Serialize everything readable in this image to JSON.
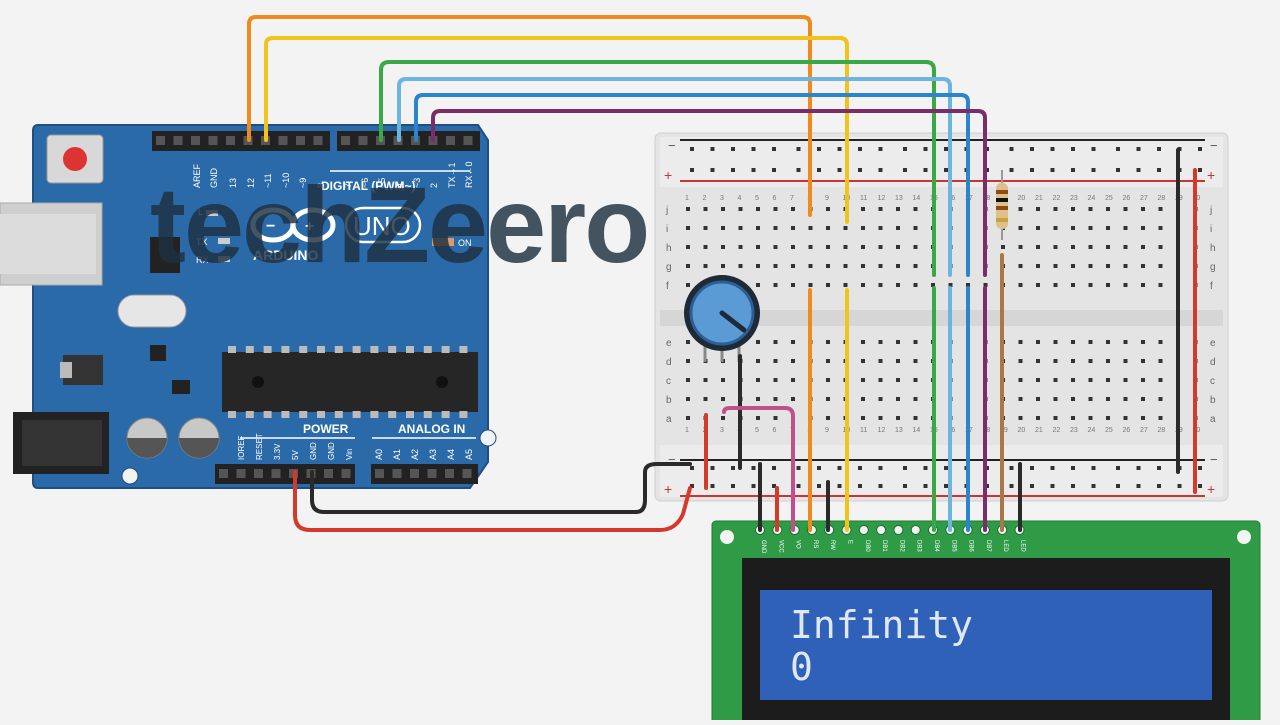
{
  "watermark": {
    "text": "techZeero"
  },
  "arduino": {
    "brand": "ARDUINO",
    "model": "UNO",
    "digital_label": "DIGITAL (PWM~)",
    "power_label": "POWER",
    "analog_label": "ANALOG IN",
    "on_label": "ON",
    "tx_label": "TX",
    "rx_label": "RX",
    "l_label": "L",
    "digital_pins": [
      "AREF",
      "GND",
      "13",
      "12",
      "~11",
      "~10",
      "~9",
      "8",
      "7",
      "~6",
      "~5",
      "4",
      "~3",
      "2",
      "TX→1",
      "RX←0"
    ],
    "power_pins": [
      "IOREF",
      "RESET",
      "3.3V",
      "5V",
      "GND",
      "GND",
      "Vin"
    ],
    "analog_pins": [
      "A0",
      "A1",
      "A2",
      "A3",
      "A4",
      "A5"
    ],
    "colors": {
      "board": "#2b6aa8",
      "board_dark": "#1e4f82"
    }
  },
  "breadboard": {
    "row_letters_top": [
      "j",
      "i",
      "h",
      "g",
      "f"
    ],
    "row_letters_bottom": [
      "e",
      "d",
      "c",
      "b",
      "a"
    ],
    "column_numbers": [
      "1",
      "2",
      "3",
      "4",
      "5",
      "6",
      "7",
      "8",
      "9",
      "10",
      "11",
      "12",
      "13",
      "14",
      "15",
      "16",
      "17",
      "18",
      "19",
      "20",
      "21",
      "22",
      "23",
      "24",
      "25",
      "26",
      "27",
      "28",
      "29",
      "30"
    ],
    "rail_plus": "+",
    "rail_minus": "−"
  },
  "lcd": {
    "pins": [
      "GND",
      "VCC",
      "VO",
      "RS",
      "RW",
      "E",
      "DB0",
      "DB1",
      "DB2",
      "DB3",
      "DB4",
      "DB5",
      "DB6",
      "DB7",
      "LED",
      "LED"
    ],
    "line1": "Infinity",
    "line2": "0",
    "colors": {
      "pcb": "#2f9b47",
      "screen": "#2f61b8",
      "text": "#dfe8f8"
    }
  },
  "wire_colors": {
    "orange": "#f08a1c",
    "yellow": "#f2c31b",
    "green": "#3aa845",
    "lightblue": "#6bb5de",
    "blue": "#2a86cc",
    "purple": "#7b2d6a",
    "red": "#d43a2a",
    "black": "#2a2a2a",
    "brown": "#a87849",
    "pink": "#c0508a"
  }
}
